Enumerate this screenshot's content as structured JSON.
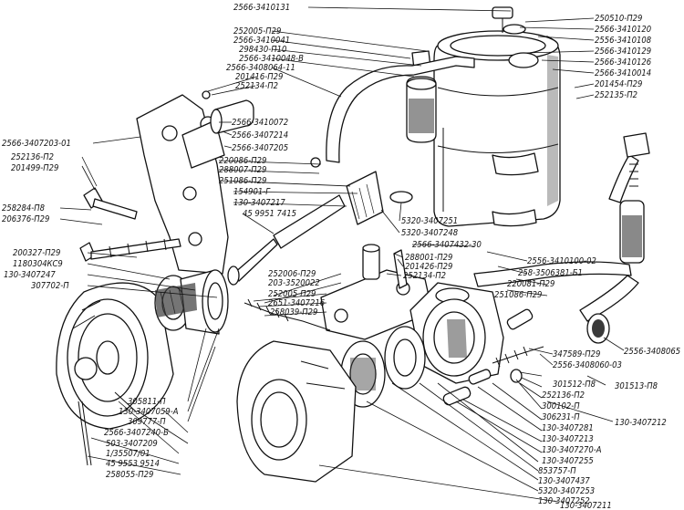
{
  "labels": {
    "l01": "2566-3410131",
    "l02": "252005-П29",
    "l03": "2566-3410041",
    "l04": "298430-П10",
    "l05": "2566-3410048-В",
    "l06": "2566-3408064-11",
    "l07": "201416-П29",
    "l08": "252134-П2",
    "l09": "2566-3407203-01",
    "l10": "252136-П2",
    "l11": "201499-П29",
    "l12": "258284-П8",
    "l13": "206376-П29",
    "l14": "2566-3410072",
    "l15": "2566-3407214",
    "l16": "2566-3407205",
    "l17": "220086-П29",
    "l18": "288007-П29",
    "l19": "251086-П29",
    "l20": "154901-Г",
    "l21": "130-3407217",
    "l22": "45 9951 7415",
    "l23": "250510-П29",
    "l24": "2566-3410120",
    "l25": "2556-3410108",
    "l26": "2566-3410129",
    "l27": "2566-3410126",
    "l28": "2566-3410014",
    "l29": "201454-П29",
    "l30": "252135-П2",
    "l31": "5320-3407251",
    "l32": "5320-3407248",
    "l33": "2566-3407432-30",
    "l34": "288001-П29",
    "l35": "201426-П29",
    "l36": "252134-П2",
    "l37": "2556-3410100-02",
    "l38": "258-3506381-Б1",
    "l39": "220081-П29",
    "l40": "251086-П29",
    "l41": "200327-П29",
    "l42": "1180304КС9",
    "l43": "130-3407247",
    "l44": "307702-П",
    "l45": "252006-П29",
    "l46": "203-3520022",
    "l47": "252005-П29",
    "l48": "2651-3407216",
    "l49": "258039-П29",
    "l50": "2556-3408065",
    "l51": "347589-П29",
    "l52": "2556-3408060-03",
    "l53": "301512-П8",
    "l54": "301513-П8",
    "l55": "252136-П2",
    "l56": "300102-П",
    "l57": "306231-П",
    "l58": "130-3407281",
    "l59": "130-3407213",
    "l60": "130-3407270-А",
    "l61": "130-3407212",
    "l62": "130-3407255",
    "l63": "853757-П",
    "l64": "130-3407437",
    "l65": "5320-3407253",
    "l66": "130-3407252",
    "l67": "130-3407211",
    "l68": "305811-П",
    "l69": "130-3407059-А",
    "l70": "309777-П",
    "l71": "2566-3407240-Б",
    "l72": "503-3407209",
    "l73": "1/35507/01",
    "l74": "45 9553 9514",
    "l75": "258055-П29"
  }
}
